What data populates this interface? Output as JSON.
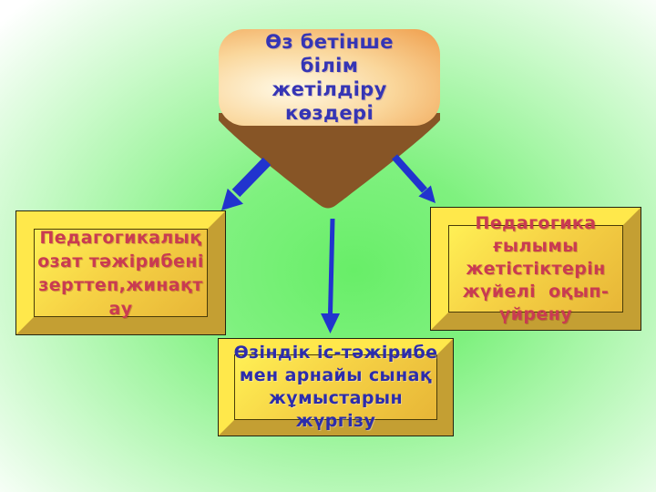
{
  "title_box": {
    "lines": [
      "Өз бетінше",
      "білім",
      "жетілдіру",
      "көздері"
    ],
    "text_color": "#3535B5"
  },
  "left_box": {
    "lines": [
      "Педагогикалық",
      "озат тәжірибені",
      "зерттеп,жинақт",
      "ау"
    ],
    "text_color": "#C93B51"
  },
  "right_box": {
    "lines": [
      "Педагогика",
      "ғылымы",
      "жетістіктерін",
      "жүйелі  оқып-",
      "үйрену"
    ],
    "text_color": "#C93B51"
  },
  "bottom_box": {
    "lines": [
      "Өзіндік іс-тәжірибе",
      "мен арнайы сынақ",
      "жұмыстарын",
      "жүргізу"
    ],
    "text_color": "#2C2CAC"
  },
  "colors": {
    "background_center": "#68EE68",
    "background_corner": "#FFFFFF",
    "funnel": "#875526",
    "arrow": "#2134CE",
    "frame_light": "#FFE84B",
    "frame_dark": "#C49F33",
    "panel_gradient_start": "#FFF055",
    "panel_gradient_end": "#E7B637",
    "title_fill_light": "#FFF9E6",
    "title_fill_dark": "#EF9E4C"
  }
}
